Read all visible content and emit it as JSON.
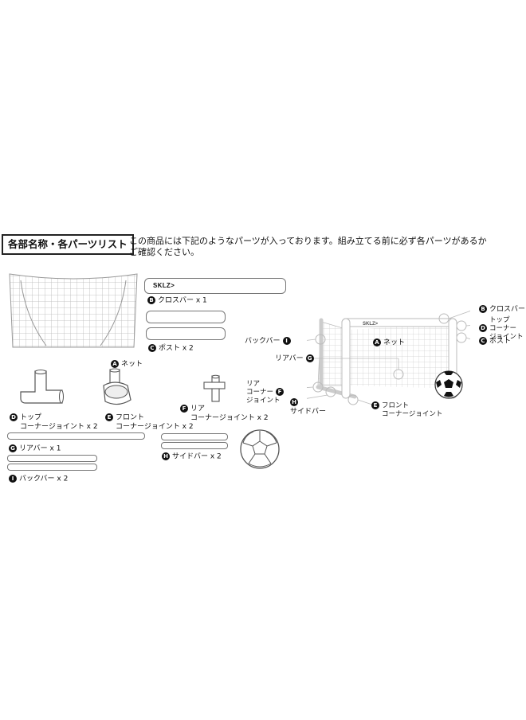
{
  "header": {
    "title": "各部名称・各パーツリスト",
    "intro_line1": "この商品には下記のようなパーツが入っております。組み立てる前に必ず各パーツがあるか",
    "intro_line2": "ご確認ください。"
  },
  "brand": {
    "logo_text": "SKLZ>"
  },
  "parts": {
    "a": {
      "letter": "A",
      "name": "ネット"
    },
    "b": {
      "letter": "B",
      "name": "クロスバー x 1"
    },
    "c": {
      "letter": "C",
      "name": "ポスト x 2"
    },
    "d": {
      "letter": "D",
      "name_line1": "トップ",
      "name_line2": "コーナージョイント x 2"
    },
    "e": {
      "letter": "E",
      "name_line1": "フロント",
      "name_line2": "コーナージョイント x 2"
    },
    "f": {
      "letter": "F",
      "name_line1": "リア",
      "name_line2": "コーナージョイント x 2"
    },
    "g": {
      "letter": "G",
      "name": "リアバー x 1"
    },
    "h": {
      "letter": "H",
      "name": "サイドバー x 2"
    },
    "i": {
      "letter": "I",
      "name": "バックバー x 2"
    }
  },
  "assembled": {
    "b": {
      "letter": "B",
      "name": "クロスバー"
    },
    "d": {
      "letter": "D",
      "name_line1": "トップ",
      "name_line2": "コーナー",
      "name_line3": "ジョイント"
    },
    "c": {
      "letter": "C",
      "name": "ポスト"
    },
    "i": {
      "letter": "I",
      "name": "バックバー"
    },
    "a": {
      "letter": "A",
      "name": "ネット"
    },
    "g": {
      "letter": "G",
      "name": "リアバー"
    },
    "f": {
      "letter": "F",
      "name_line1": "リア",
      "name_line2": "コーナー",
      "name_line3": "ジョイント"
    },
    "h": {
      "letter": "H",
      "name": "サイドバー"
    },
    "e": {
      "letter": "E",
      "name_line1": "フロント",
      "name_line2": "コーナージョイント"
    }
  }
}
